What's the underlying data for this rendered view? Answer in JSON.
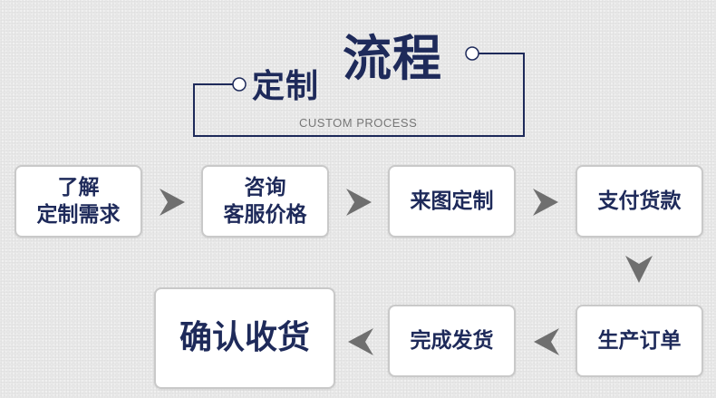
{
  "header": {
    "title_small": "定制",
    "title_big": "流程",
    "subtitle": "CUSTOM PROCESS"
  },
  "steps": [
    {
      "lines": [
        "了解",
        "定制需求"
      ]
    },
    {
      "lines": [
        "咨询",
        "客服价格"
      ]
    },
    {
      "lines": [
        "来图定制"
      ]
    },
    {
      "lines": [
        "支付货款"
      ]
    },
    {
      "lines": [
        "生产订单"
      ]
    },
    {
      "lines": [
        "完成发货"
      ]
    },
    {
      "lines": [
        "确认收货"
      ]
    }
  ],
  "colors": {
    "text": "#1e2a5a",
    "arrow": "#6f6f6f",
    "box_border": "#c9c9c9",
    "frame_line": "#1e2a5a"
  }
}
